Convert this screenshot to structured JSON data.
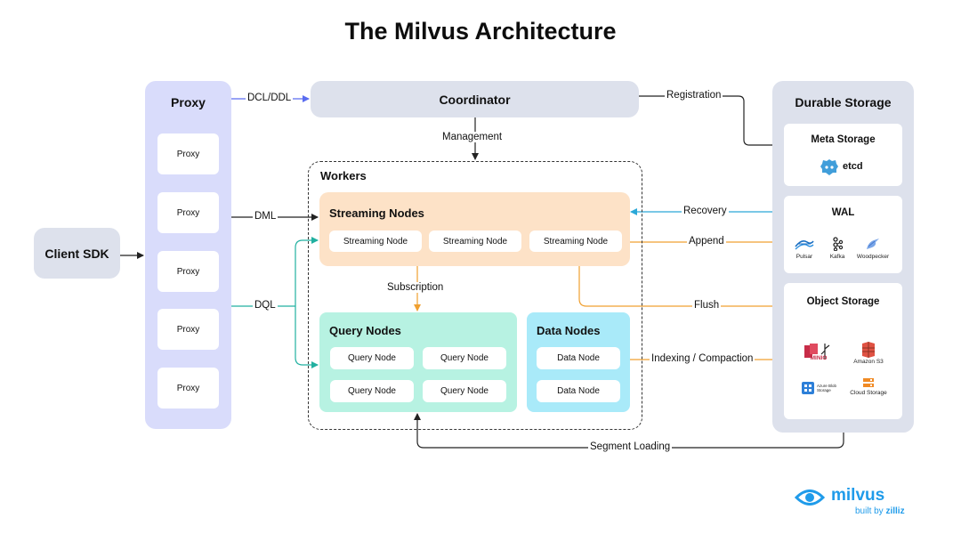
{
  "title": "The Milvus Architecture",
  "client": {
    "label": "Client SDK"
  },
  "proxy": {
    "title": "Proxy",
    "items": [
      "Proxy",
      "Proxy",
      "Proxy",
      "Proxy",
      "Proxy"
    ]
  },
  "coordinator": {
    "label": "Coordinator"
  },
  "workers": {
    "label": "Workers",
    "streaming": {
      "title": "Streaming Nodes",
      "nodes": [
        "Streaming Node",
        "Streaming Node",
        "Streaming Node"
      ]
    },
    "query": {
      "title": "Query Nodes",
      "nodes": [
        "Query Node",
        "Query Node",
        "Query Node",
        "Query Node"
      ]
    },
    "data": {
      "title": "Data Nodes",
      "nodes": [
        "Data Node",
        "Data Node"
      ]
    }
  },
  "durable": {
    "title": "Durable Storage",
    "meta": {
      "title": "Meta Storage",
      "logo": "etcd"
    },
    "wal": {
      "title": "WAL",
      "logos": [
        "Pulsar",
        "Kafka",
        "Woodpecker"
      ]
    },
    "object": {
      "title": "Object Storage",
      "logos": [
        "MINIO",
        "Amazon S3",
        "Azure Blob Storage",
        "Cloud Storage"
      ]
    }
  },
  "edges": {
    "dcl_ddl": "DCL/DDL",
    "registration": "Registration",
    "management": "Management",
    "dml": "DML",
    "dql": "DQL",
    "recovery": "Recovery",
    "append": "Append",
    "subscription": "Subscription",
    "flush": "Flush",
    "indexing": "Indexing / Compaction",
    "segment_loading": "Segment Loading"
  },
  "brand": {
    "name": "milvus",
    "tagline_prefix": "built by",
    "tagline_brand": "zilliz"
  },
  "colors": {
    "blue_arrow": "#5a6cf0",
    "black_arrow": "#222222",
    "teal_arrow": "#21b0a0",
    "cyan_arrow": "#2aa8d8",
    "orange_arrow": "#f0a030",
    "milvus_blue": "#1f9bea"
  }
}
